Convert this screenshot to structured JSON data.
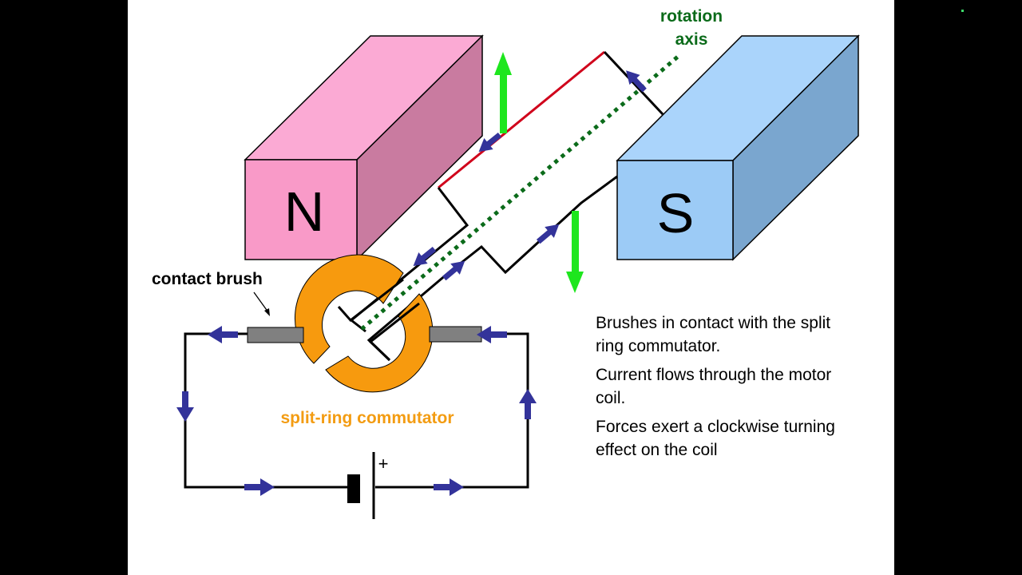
{
  "diagram": {
    "title": "DC motor with split-ring commutator",
    "magnets": [
      {
        "pole": "N",
        "front_color": "#f99ac8",
        "top_color": "#fbaad4",
        "side_color": "#c97ba0"
      },
      {
        "pole": "S",
        "front_color": "#9ccbf6",
        "top_color": "#aad4fb",
        "side_color": "#7aa6cf"
      }
    ],
    "labels": {
      "rotation_axis_line1": "rotation",
      "rotation_axis_line2": "axis",
      "contact_brush": "contact brush",
      "commutator": "split-ring commutator",
      "battery_positive": "+"
    },
    "colors": {
      "coil_wire": "#000000",
      "coil_top_edge": "#d0021b",
      "force_arrow": "#1ee61e",
      "current_arrow": "#33339a",
      "rotation_axis": "#0b6b1a",
      "commutator": "#f79a0e",
      "brush": "#808080"
    },
    "forces": [
      {
        "side": "near N pole",
        "direction": "up"
      },
      {
        "side": "near S pole",
        "direction": "down"
      }
    ],
    "notes": [
      "Brushes in contact with the split ring commutator.",
      "Current flows through the motor coil.",
      "Forces exert a clockwise turning effect on the coil"
    ]
  }
}
